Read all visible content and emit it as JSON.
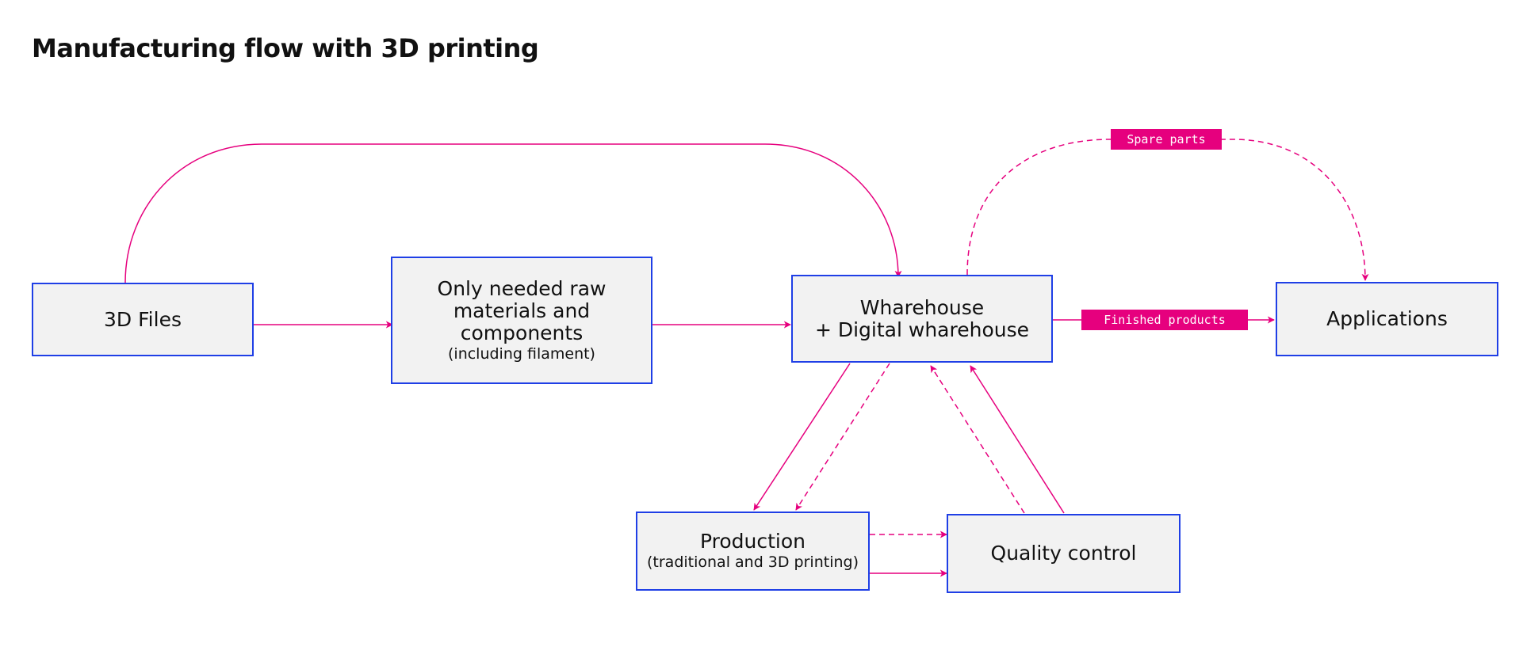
{
  "title": "Manufacturing flow with 3D printing",
  "colors": {
    "node_fill": "#f2f2f2",
    "node_border": "#1f3fe6",
    "edge": "#e6007e",
    "tag_fill": "#e6007e"
  },
  "nodes": {
    "files": {
      "label": "3D Files"
    },
    "materials": {
      "label": "Only needed raw materials and components",
      "sublabel": "(including filament)"
    },
    "warehouse": {
      "label_line1": "Wharehouse",
      "label_line2": "+ Digital wharehouse"
    },
    "applications": {
      "label": "Applications"
    },
    "production": {
      "label": "Production",
      "sublabel": "(traditional and 3D printing)"
    },
    "quality": {
      "label": "Quality control"
    }
  },
  "edge_labels": {
    "spare_parts": "Spare parts",
    "finished_products": "Finished products"
  },
  "edges": [
    {
      "from": "3D Files",
      "to": "Wharehouse + Digital wharehouse",
      "style": "solid"
    },
    {
      "from": "3D Files",
      "to": "Only needed raw materials and components",
      "style": "solid"
    },
    {
      "from": "Only needed raw materials and components",
      "to": "Wharehouse + Digital wharehouse",
      "style": "solid"
    },
    {
      "from": "Wharehouse + Digital wharehouse",
      "to": "Applications",
      "style": "dashed",
      "label": "Spare parts"
    },
    {
      "from": "Wharehouse + Digital wharehouse",
      "to": "Applications",
      "style": "solid",
      "label": "Finished products"
    },
    {
      "from": "Wharehouse + Digital wharehouse",
      "to": "Production",
      "style": "solid"
    },
    {
      "from": "Wharehouse + Digital wharehouse",
      "to": "Production",
      "style": "dashed"
    },
    {
      "from": "Production",
      "to": "Quality control",
      "style": "dashed"
    },
    {
      "from": "Production",
      "to": "Quality control",
      "style": "solid"
    },
    {
      "from": "Quality control",
      "to": "Wharehouse + Digital wharehouse",
      "style": "dashed"
    },
    {
      "from": "Quality control",
      "to": "Wharehouse + Digital wharehouse",
      "style": "solid"
    }
  ]
}
